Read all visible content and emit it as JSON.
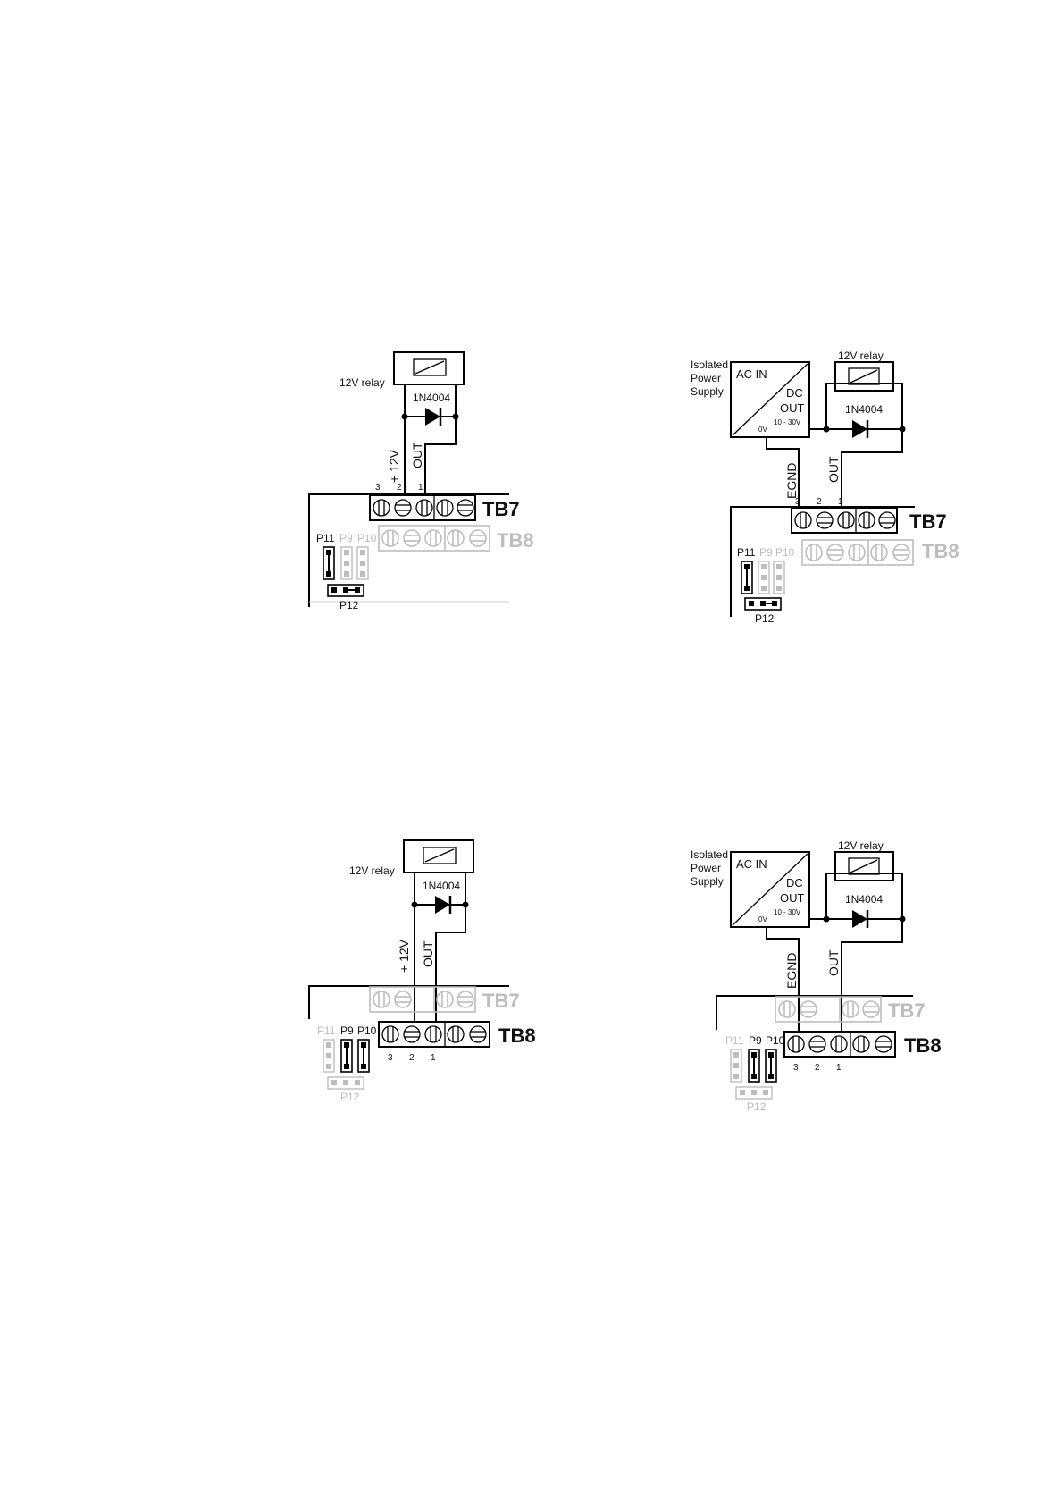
{
  "diagrams": {
    "relay_tb7": {
      "relay_label": "12V relay",
      "diode": "1N4004",
      "wire_a": "+ 12V",
      "wire_b": "OUT",
      "pin3": "3",
      "pin2": "2",
      "pin1": "1",
      "block_active": "TB7",
      "block_inactive": "TB8",
      "jumper_p11": "P11",
      "jumper_p9": "P9",
      "jumper_p10": "P10",
      "jumper_p12": "P12"
    },
    "isolated_tb7": {
      "psu_side_label": [
        "Isolated",
        "Power",
        "Supply"
      ],
      "psu_ac": "AC IN",
      "psu_dc": "DC",
      "psu_out": "OUT",
      "psu_range": "10 - 30V",
      "psu_0v": "0V",
      "relay_label": "12V relay",
      "diode": "1N4004",
      "wire_a": "EGND",
      "wire_b": "OUT",
      "pin3": "3",
      "pin2": "2",
      "pin1": "1",
      "block_active": "TB7",
      "block_inactive": "TB8",
      "jumper_p11": "P11",
      "jumper_p9": "P9",
      "jumper_p10": "P10",
      "jumper_p12": "P12"
    },
    "relay_tb8": {
      "relay_label": "12V relay",
      "diode": "1N4004",
      "wire_a": "+ 12V",
      "wire_b": "OUT",
      "pin3": "3",
      "pin2": "2",
      "pin1": "1",
      "block_active": "TB8",
      "block_inactive": "TB7",
      "jumper_p11": "P11",
      "jumper_p9": "P9",
      "jumper_p10": "P10",
      "jumper_p12": "P12"
    },
    "isolated_tb8": {
      "psu_side_label": [
        "Isolated",
        "Power",
        "Supply"
      ],
      "psu_ac": "AC IN",
      "psu_dc": "DC",
      "psu_out": "OUT",
      "psu_range": "10 - 30V",
      "psu_0v": "0V",
      "relay_label": "12V relay",
      "diode": "1N4004",
      "wire_a": "EGND",
      "wire_b": "OUT",
      "pin3": "3",
      "pin2": "2",
      "pin1": "1",
      "block_active": "TB8",
      "block_inactive": "TB7",
      "jumper_p11": "P11",
      "jumper_p9": "P9",
      "jumper_p10": "P10",
      "jumper_p12": "P12"
    }
  }
}
